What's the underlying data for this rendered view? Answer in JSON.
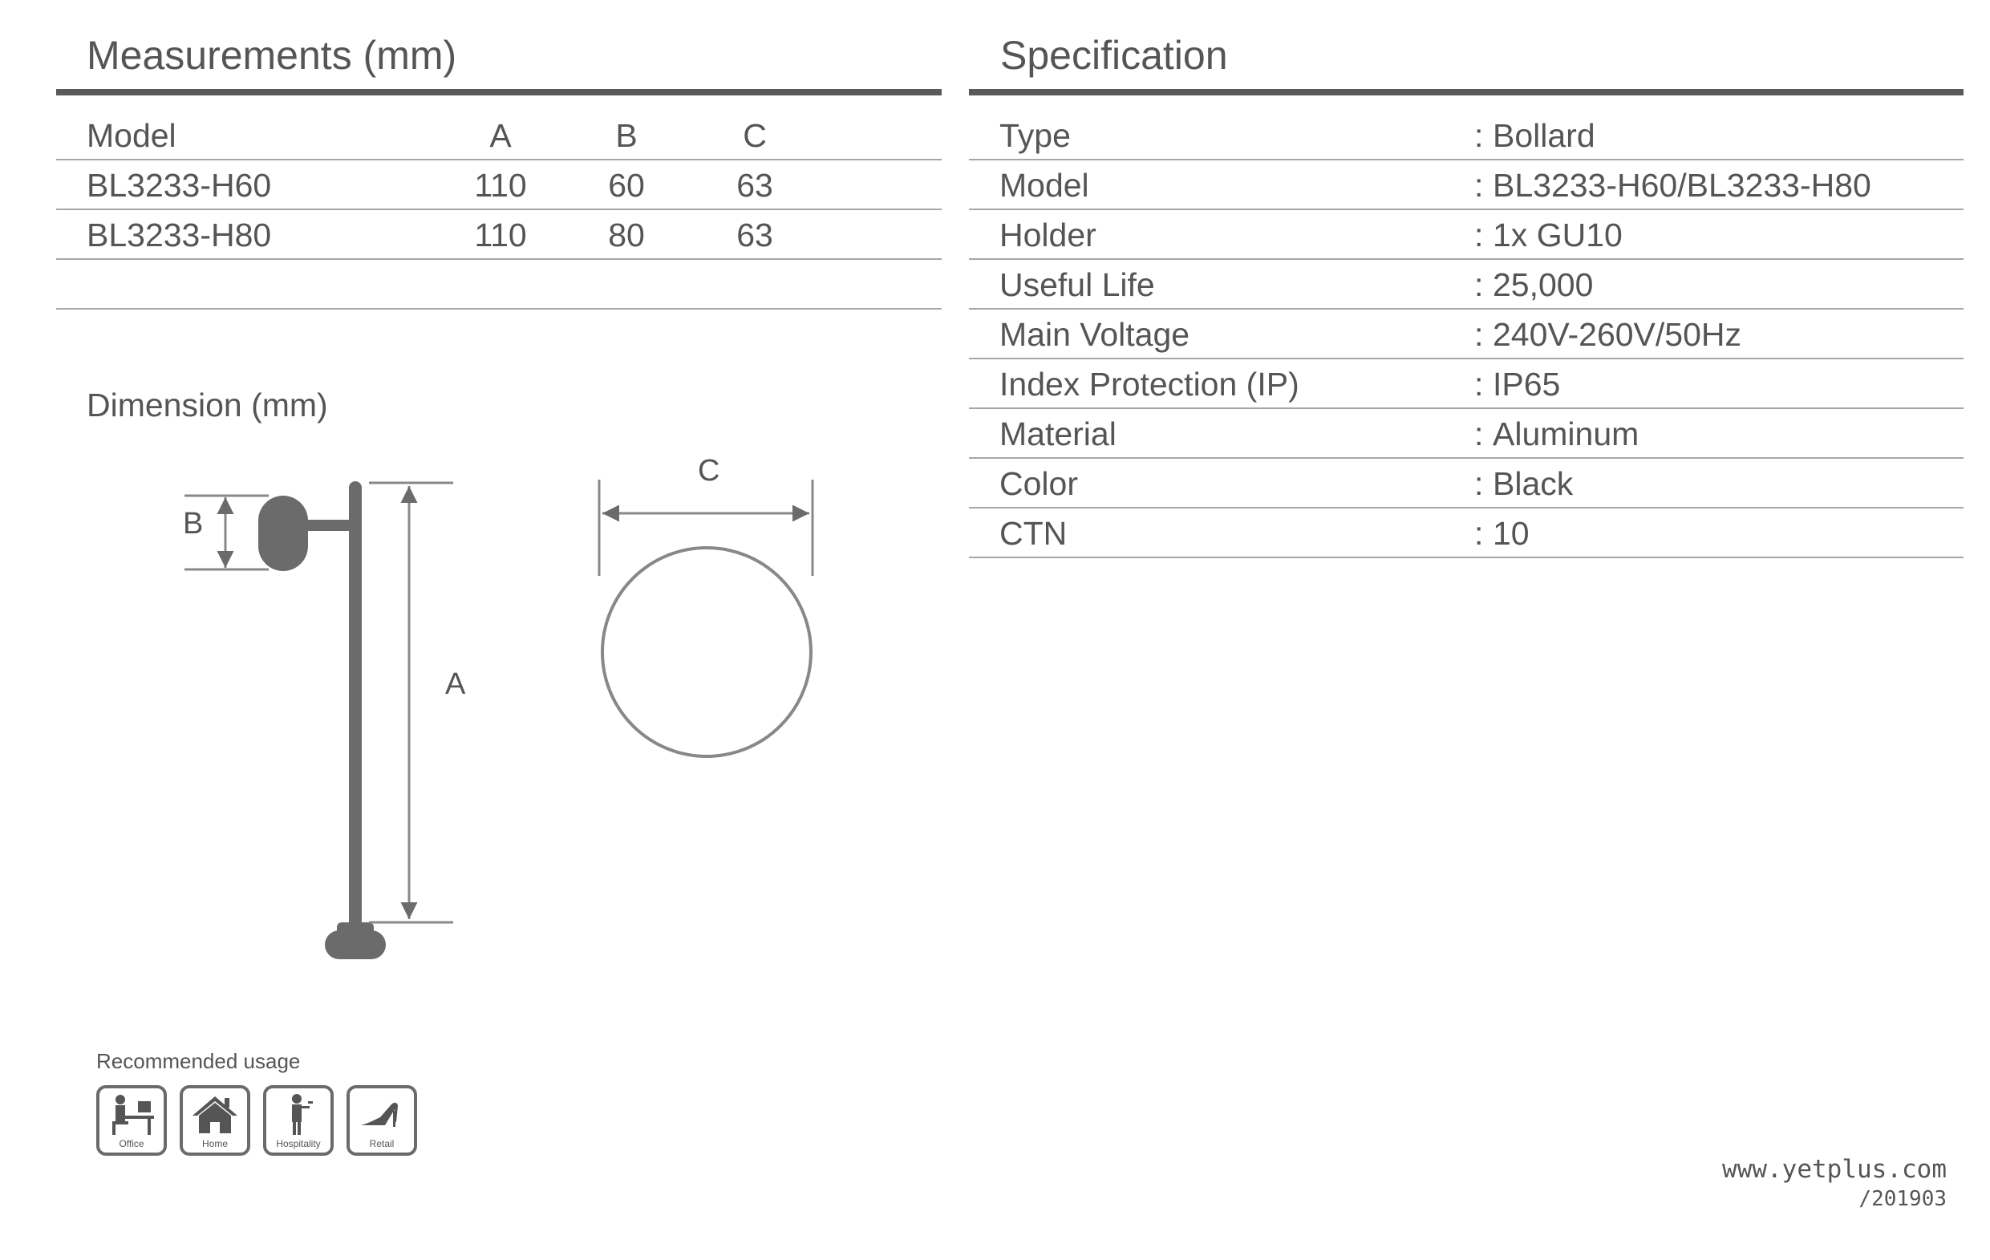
{
  "measurements": {
    "title": "Measurements (mm)",
    "header": {
      "model": "Model",
      "a": "A",
      "b": "B",
      "c": "C"
    },
    "rows": [
      {
        "model": "BL3233-H60",
        "a": "110",
        "b": "60",
        "c": "63"
      },
      {
        "model": "BL3233-H80",
        "a": "110",
        "b": "80",
        "c": "63"
      }
    ]
  },
  "dimension": {
    "title": "Dimension (mm)",
    "label_a": "A",
    "label_b": "B",
    "label_c": "C"
  },
  "specification": {
    "title": "Specification",
    "rows": [
      {
        "label": "Type",
        "sep": ":",
        "value": "Bollard"
      },
      {
        "label": "Model",
        "sep": ":",
        "value": "BL3233-H60/BL3233-H80"
      },
      {
        "label": "Holder",
        "sep": ":",
        "value": "1x GU10"
      },
      {
        "label": "Useful Life",
        "sep": ":",
        "value": "25,000"
      },
      {
        "label": "Main Voltage",
        "sep": ":",
        "value": "240V-260V/50Hz"
      },
      {
        "label": "Index Protection (IP)",
        "sep": ":",
        "value": "IP65"
      },
      {
        "label": "Material",
        "sep": ":",
        "value": "Aluminum"
      },
      {
        "label": "Color",
        "sep": ":",
        "value": "Black"
      },
      {
        "label": "CTN",
        "sep": ":",
        "value": "10"
      }
    ]
  },
  "usage": {
    "title": "Recommended usage",
    "items": [
      {
        "icon": "office-icon",
        "label": "Office"
      },
      {
        "icon": "home-icon",
        "label": "Home"
      },
      {
        "icon": "hospitality-icon",
        "label": "Hospitality"
      },
      {
        "icon": "retail-icon",
        "label": "Retail"
      }
    ]
  },
  "footer": {
    "website": "www.yetplus.com",
    "code": "/201903"
  },
  "colors": {
    "text": "#555555",
    "rule": "#5a5a5a",
    "drawing": "#6b6b6b"
  }
}
